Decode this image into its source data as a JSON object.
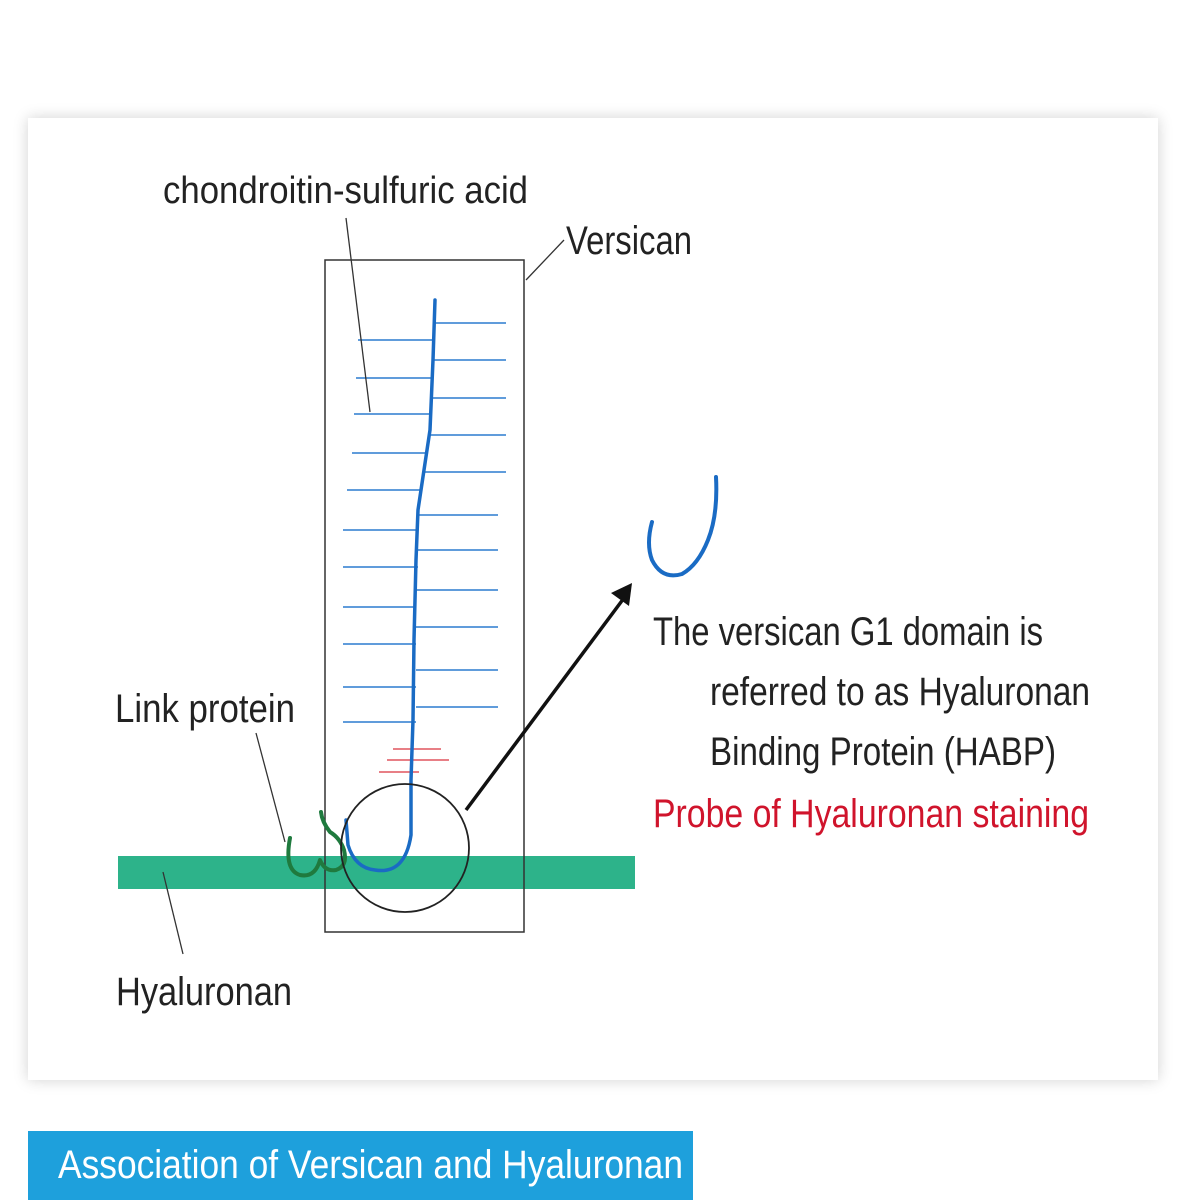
{
  "labels": {
    "chondroitin": "chondroitin-sulfuric acid",
    "versican": "Versican",
    "link_protein": "Link protein",
    "hyaluronan": "Hyaluronan",
    "g1_line1": "The versican G1 domain is",
    "g1_line2": "referred to as Hyaluronan",
    "g1_line3": "Binding Protein (HABP)",
    "probe": "Probe of Hyaluronan staining"
  },
  "caption": "Association of Versican and Hyaluronan",
  "colors": {
    "hyaluronan_band": "#2db38a",
    "core_protein": "#1a6bc4",
    "side_chains": "#4a8ed6",
    "link_protein": "#1f7a3e",
    "probe_text": "#d0142c",
    "marker_red": "#e0555f",
    "caption_bg": "#1ea0dc",
    "text": "#222222"
  }
}
